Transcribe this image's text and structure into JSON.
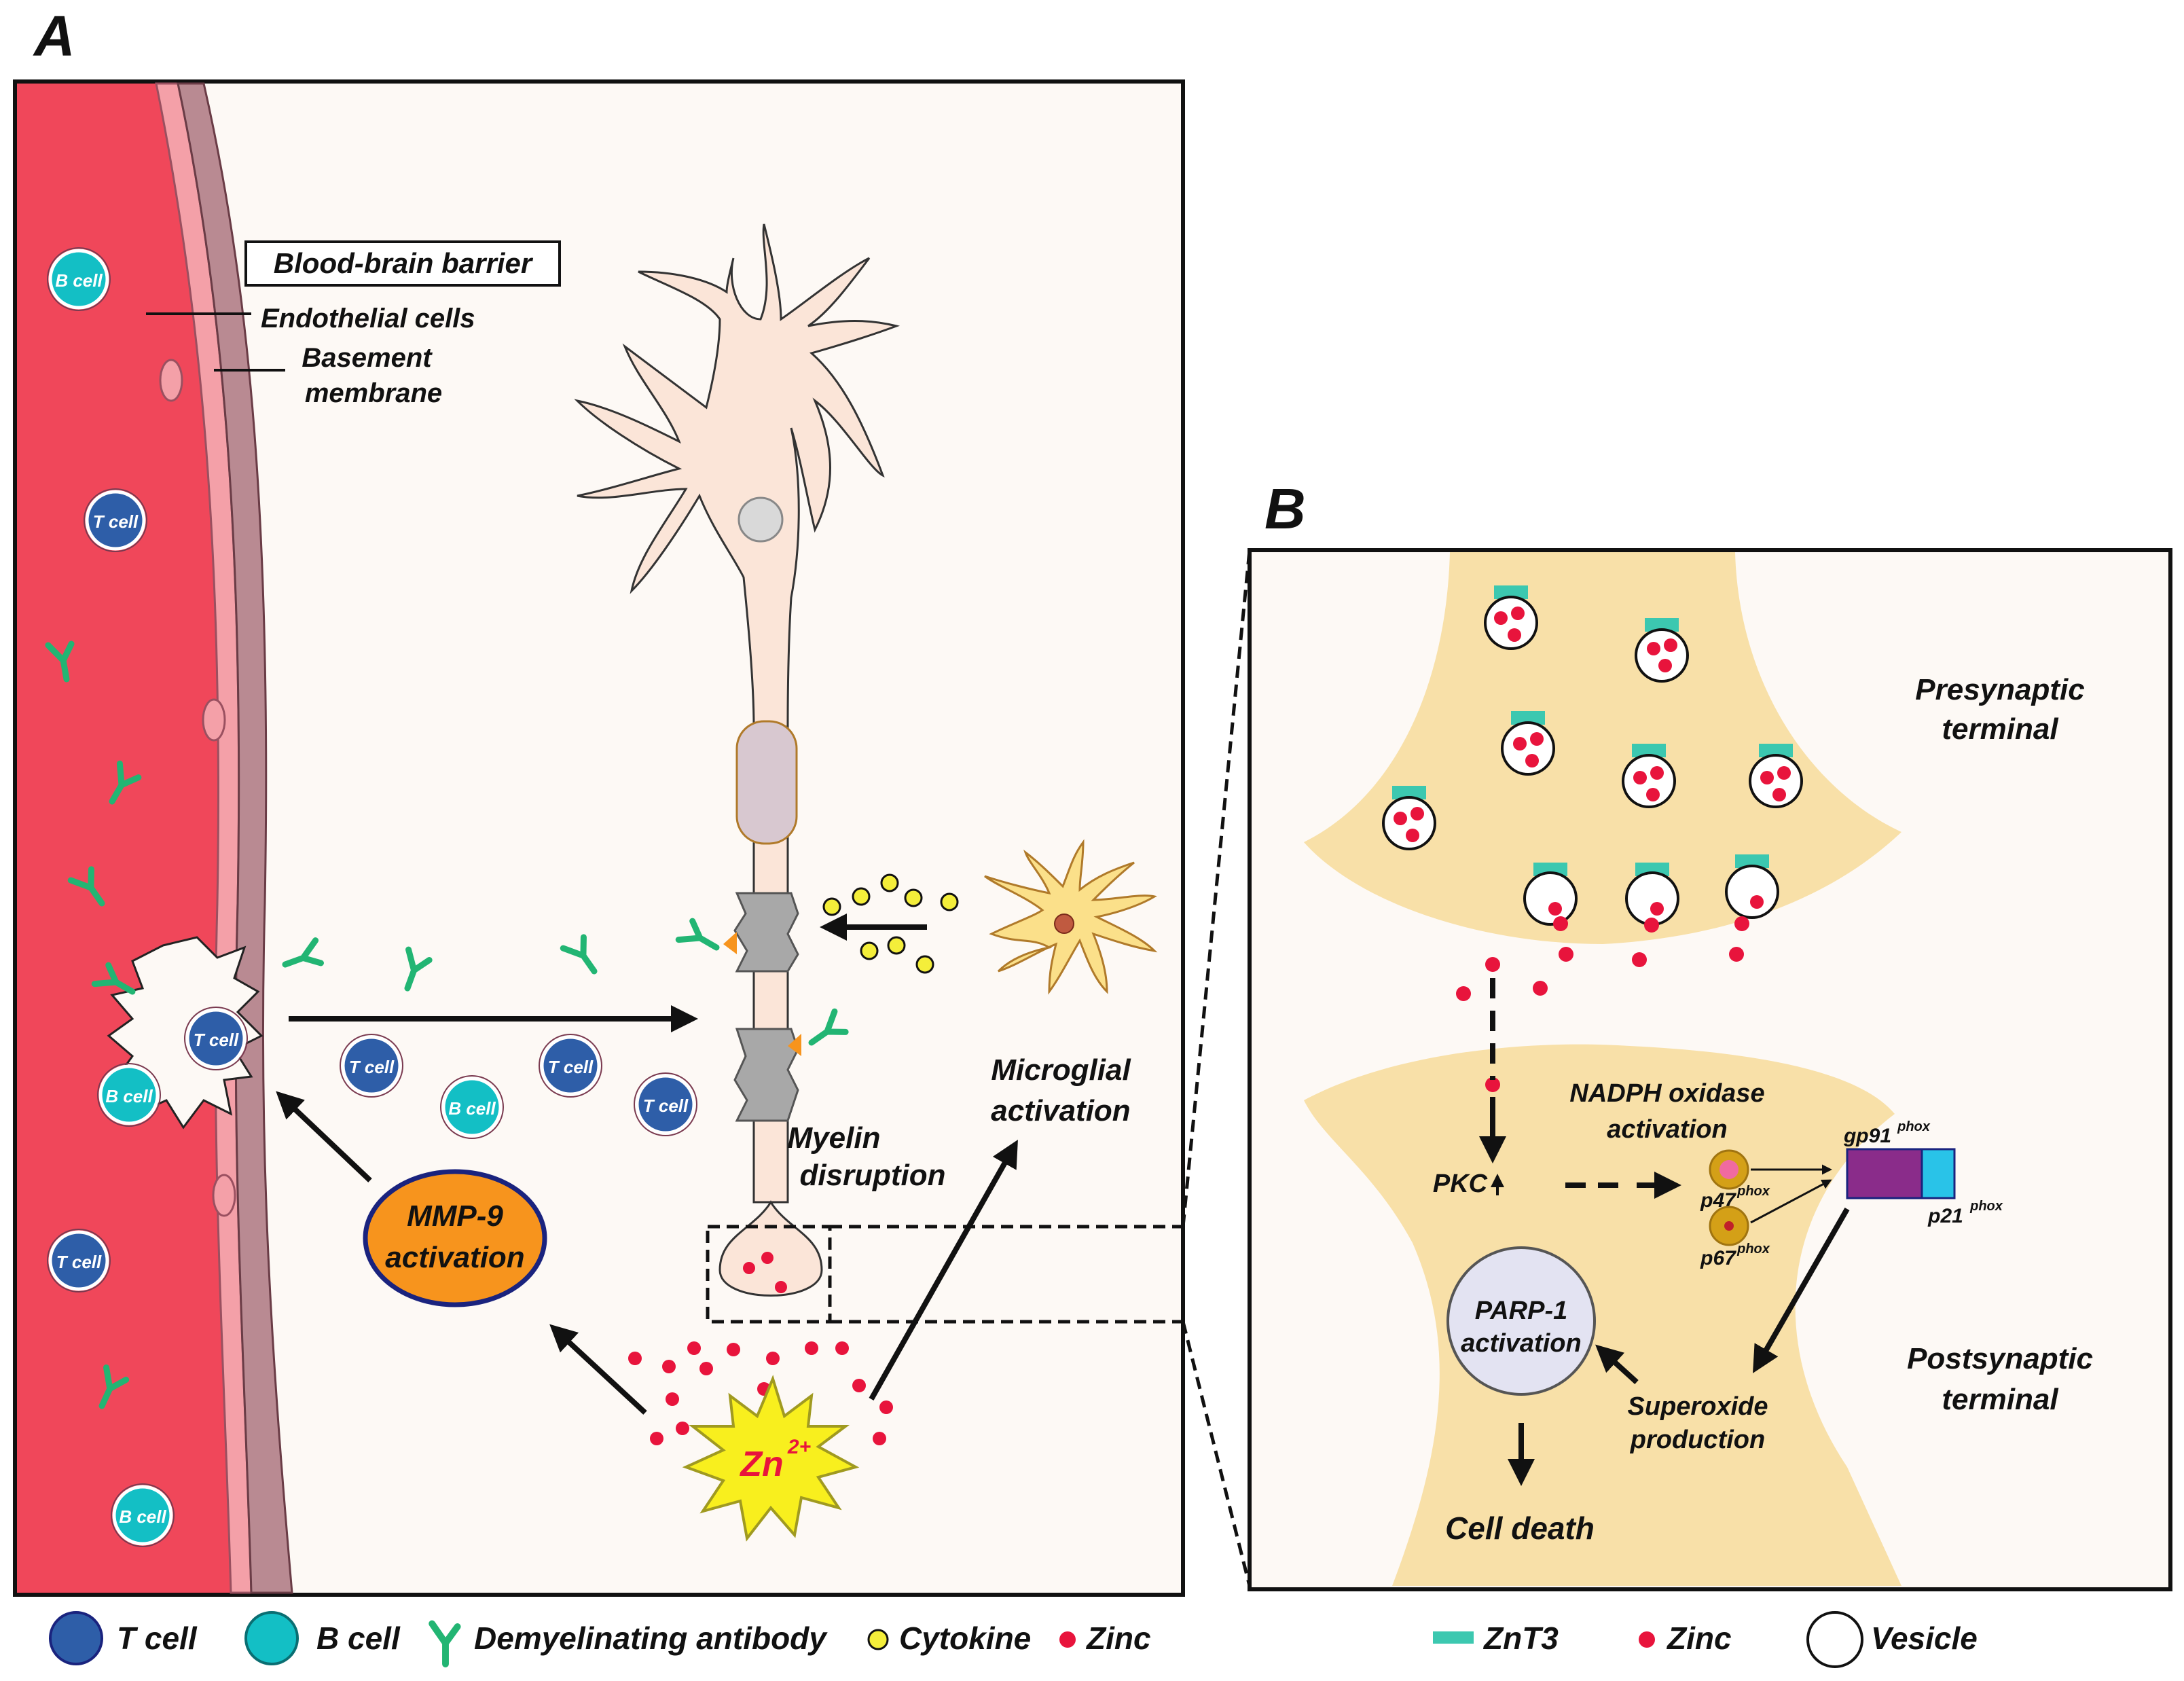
{
  "panel_a": {
    "letter": "A",
    "bbb_title": "Blood-brain barrier",
    "endothelial": "Endothelial cells",
    "basement_1": "Basement",
    "basement_2": "membrane",
    "t_cell": "T cell",
    "b_cell": "B cell",
    "mmp9_1": "MMP-9",
    "mmp9_2": "activation",
    "myelin_1": "Myelin",
    "myelin_2": "disruption",
    "microglial_1": "Microglial",
    "microglial_2": "activation",
    "zinc_ion": "Zn",
    "zinc_charge": "2+"
  },
  "panel_b": {
    "letter": "B",
    "presyn_1": "Presynaptic",
    "presyn_2": "terminal",
    "postsyn_1": "Postsynaptic",
    "postsyn_2": "terminal",
    "nadph_1": "NADPH oxidase",
    "nadph_2": "activation",
    "pkc": "PKC",
    "p47": "p47",
    "p67": "p67",
    "gp91": "gp91",
    "p21": "p21",
    "phox": "phox",
    "parp_1": "PARP-1",
    "parp_2": "activation",
    "superoxide_1": "Superoxide",
    "superoxide_2": "production",
    "cell_death": "Cell death"
  },
  "legend_a": {
    "t_cell": "T cell",
    "b_cell": "B cell",
    "antibody": "Demyelinating antibody",
    "cytokine": "Cytokine",
    "zinc": "Zinc"
  },
  "legend_b": {
    "znt3": "ZnT3",
    "zinc": "Zinc",
    "vesicle": "Vesicle"
  },
  "colors": {
    "blood": "#f0475a",
    "endothelium": "#f4a0a8",
    "basement": "#b98a92",
    "tissue": "#fdf9f5",
    "neuron": "#fbe5d8",
    "myelin": "#d8c8d0",
    "synapse": "#f8e0a8",
    "t_cell": "#2e5ea8",
    "b_cell": "#13bfc5",
    "antibody": "#22b573",
    "cytokine": "#f4ee3a",
    "zinc": "#e8143c",
    "znt3": "#3cc8b0",
    "mmp9": "#f7941d",
    "gp91": "#8a2c8a",
    "p21": "#29c3e8"
  },
  "icons": [
    "neuron-icon",
    "microglia-icon",
    "antibody-icon",
    "t-cell-icon",
    "b-cell-icon",
    "zinc-burst-icon",
    "vesicle-icon"
  ]
}
